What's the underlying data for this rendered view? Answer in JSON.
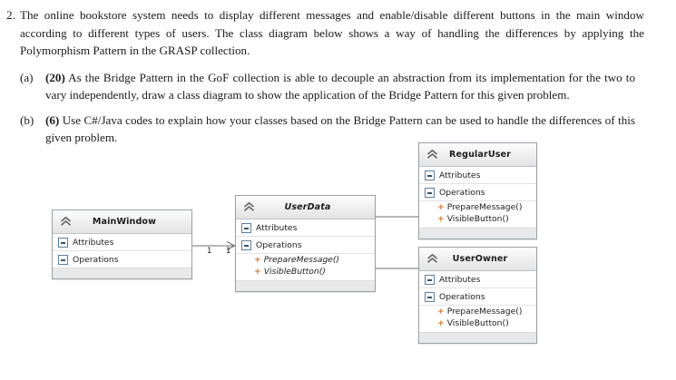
{
  "question": {
    "number": "2.",
    "text": "The online bookstore system needs to display different messages and enable/disable different buttons in the main window according to different types of users. The class diagram below shows a way of handling the differences by applying the Polymorphism Pattern in the GRASP collection.",
    "subquestions": [
      {
        "label": "(a)",
        "marks": "(20)",
        "text": " As the Bridge Pattern in the GoF collection is able to decouple an abstraction from its implementation for the two to vary independently, draw a class diagram to show the application of the Bridge Pattern for this given problem."
      },
      {
        "label": "(b)",
        "marks": "(6)",
        "text": " Use C#/Java codes to explain how your classes based on the Bridge Pattern can be used to handle the differences of this given problem."
      }
    ]
  },
  "diagram": {
    "section_labels": {
      "attributes": "Attributes",
      "operations": "Operations"
    },
    "classes": [
      {
        "id": "mainwindow",
        "name": "MainWindow",
        "abstract": false,
        "attributes": [],
        "operations": []
      },
      {
        "id": "userdata",
        "name": "UserData",
        "abstract": true,
        "attributes": [],
        "operations": [
          {
            "visibility": "+",
            "signature": "PrepareMessage()"
          },
          {
            "visibility": "+",
            "signature": "VisibleButton()"
          }
        ]
      },
      {
        "id": "regularuser",
        "name": "RegularUser",
        "abstract": false,
        "attributes": [],
        "operations": [
          {
            "visibility": "+",
            "signature": "PrepareMessage()"
          },
          {
            "visibility": "+",
            "signature": "VisibleButton()"
          }
        ]
      },
      {
        "id": "userowner",
        "name": "UserOwner",
        "abstract": false,
        "attributes": [],
        "operations": [
          {
            "visibility": "+",
            "signature": "PrepareMessage()"
          },
          {
            "visibility": "+",
            "signature": "VisibleButton()"
          }
        ]
      }
    ],
    "associations": [
      {
        "id": "mainwindow-userdata",
        "source": "MainWindow",
        "target": "UserData",
        "kind": "directed-association",
        "source_multiplicity": "1",
        "target_multiplicity": "1"
      }
    ],
    "generalizations": [
      {
        "id": "regularuser-userdata",
        "source": "RegularUser",
        "target": "UserData",
        "kind": "generalization"
      },
      {
        "id": "userowner-userdata",
        "source": "UserOwner",
        "target": "UserData",
        "kind": "generalization"
      }
    ],
    "colors": {
      "visibility_plus": "#d2731f",
      "border": "#9aa0a6",
      "header_gradient_top": "#fdfdfd",
      "header_gradient_bottom": "#e4e4e4",
      "footer": "#e9e9e9",
      "connector": "#6f6f6f",
      "expander_border": "#5b7f9c"
    }
  }
}
